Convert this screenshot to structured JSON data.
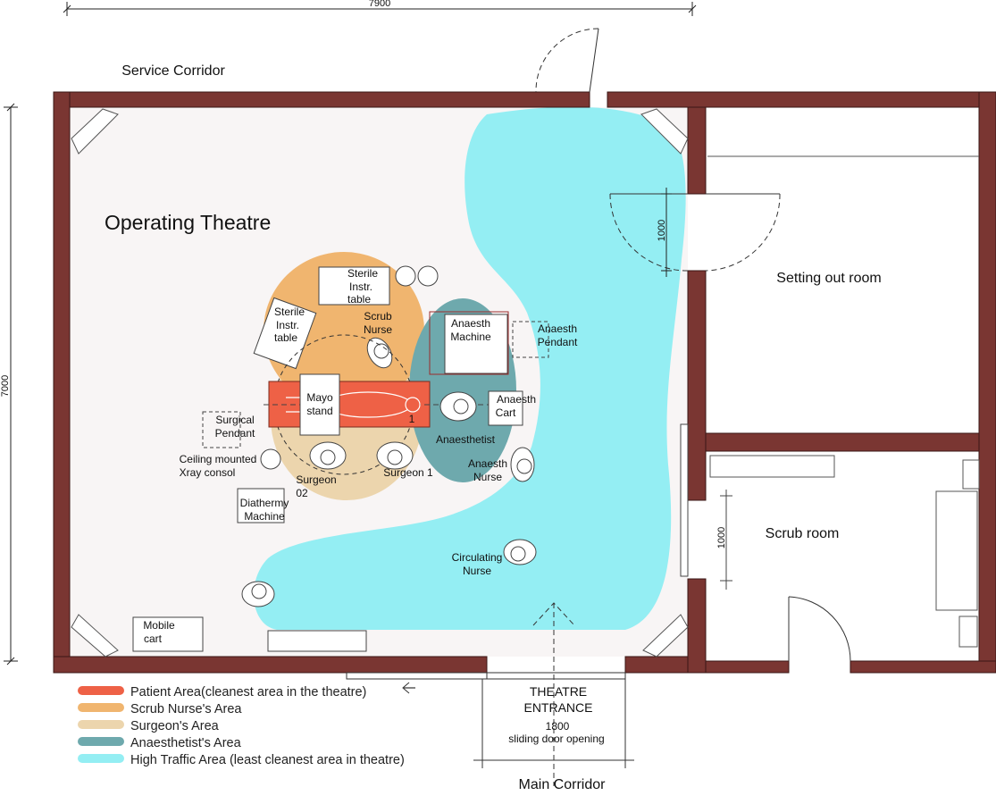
{
  "dimensions": {
    "width": "7900",
    "height": "7000",
    "door_width": "1000",
    "scrub_opening": "1000"
  },
  "corridors": {
    "service": "Service  Corridor",
    "main": "Main Corridor"
  },
  "rooms": {
    "operating_theatre": "Operating Theatre",
    "setting_out_room": "Setting out room",
    "scrub_room": "Scrub room"
  },
  "entrance": {
    "line1": "THEATRE",
    "line2": "ENTRANCE",
    "width": "1800",
    "note": "sliding door opening"
  },
  "equipment": {
    "sterile_table_top": [
      "Sterile",
      "Instr.",
      "table"
    ],
    "sterile_table_left": [
      "Sterile",
      "Instr.",
      "table"
    ],
    "scrub_nurse": [
      "Scrub",
      "Nurse"
    ],
    "anaesth_machine": [
      "Anaesth",
      "Machine"
    ],
    "anaesth_pendant": [
      "Anaesth",
      "Pendant"
    ],
    "mayo_stand": [
      "Mayo",
      "stand"
    ],
    "anaesth_cart": [
      "Anaesth",
      "Cart"
    ],
    "anaesthetist": "Anaesthetist",
    "anaesth_nurse": [
      "Anaesth",
      "Nurse"
    ],
    "surgical_pendant": [
      "Surgical",
      "Pendant"
    ],
    "xray_console": [
      "Ceiling mounted",
      "Xray consol"
    ],
    "surgeon_02": [
      "Surgeon",
      "02"
    ],
    "surgeon_1": "Surgeon 1",
    "diathermy": [
      "Diathermy",
      "Machine"
    ],
    "circulating_nurse": [
      "Circulating",
      "Nurse"
    ],
    "mobile_cart": [
      "Mobile",
      "cart"
    ],
    "table_marker": "1"
  },
  "legend": [
    {
      "label": "Patient Area(cleanest area in the theatre)",
      "color": "#ee6146"
    },
    {
      "label": "Scrub Nurse's Area",
      "color": "#f0b56f"
    },
    {
      "label": "Surgeon's Area",
      "color": "#ecd5ad"
    },
    {
      "label": "Anaesthetist's Area",
      "color": "#6ea9ad"
    },
    {
      "label": "High Traffic Area (least cleanest area in theatre)",
      "color": "#94eef3"
    }
  ],
  "colors": {
    "wall": "#7a3632",
    "wall_outline": "#3a1715",
    "floor": "#f8f5f5"
  }
}
